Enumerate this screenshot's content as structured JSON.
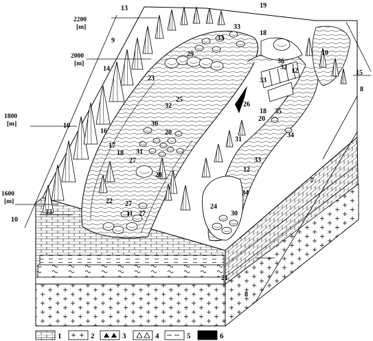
{
  "altitudes": [
    {
      "id": "alt-2200",
      "value": "2200",
      "unit": "[m]"
    },
    {
      "id": "alt-2000",
      "value": "2000",
      "unit": "[m]"
    },
    {
      "id": "alt-1800",
      "value": "1800",
      "unit": "[m]"
    },
    {
      "id": "alt-1600",
      "value": "1600",
      "unit": "[m]"
    }
  ],
  "labels": {
    "n13a": "13",
    "n9": "9",
    "n14": "14",
    "n10a": "10",
    "n10b": "10",
    "n13b": "13",
    "n19": "19",
    "n18a": "18",
    "n33a": "33",
    "n33b": "33",
    "n29": "29",
    "n23": "23",
    "n32a": "32",
    "n25": "25",
    "n30a": "30",
    "n20a": "20",
    "n16": "16",
    "n17": "17",
    "n18b": "18",
    "n31a": "31",
    "n27a": "27",
    "n28": "28",
    "n22": "22",
    "n27b": "27",
    "n11": "11",
    "n27c": "27",
    "n21": "21",
    "n10c": "10",
    "n15": "15",
    "n8a": "8",
    "n8b": "8",
    "n7": "7",
    "n36": "36",
    "n32b": "32",
    "n12a": "12",
    "n33c": "33",
    "n26": "26",
    "n18c": "18",
    "n35": "35",
    "n20b": "20",
    "n34a": "34",
    "n31b": "31",
    "n33d": "33",
    "n12b": "12",
    "n24": "24",
    "n34b": "34",
    "n30b": "30"
  },
  "legend": [
    {
      "id": "1",
      "label": "1",
      "pattern": "limestone"
    },
    {
      "id": "2",
      "label": "2",
      "pattern": "crosses"
    },
    {
      "id": "3",
      "label": "3",
      "pattern": "filled-triangles"
    },
    {
      "id": "4",
      "label": "4",
      "pattern": "open-triangles"
    },
    {
      "id": "5",
      "label": "5",
      "pattern": "dashes"
    },
    {
      "id": "6",
      "label": "6",
      "pattern": "solid-black"
    }
  ],
  "colors": {
    "ink": "#000000",
    "paper": "#ffffff"
  }
}
